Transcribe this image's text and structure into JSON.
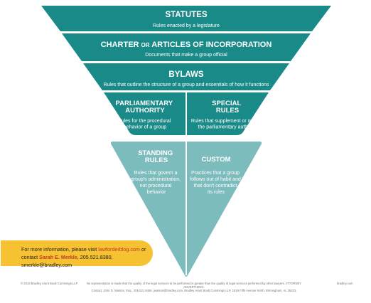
{
  "colors": {
    "dark_teal": "#1a8a88",
    "light_teal": "#7dbcbd",
    "accent_yellow": "#f6c232",
    "link_red": "#c0392b"
  },
  "tiers": {
    "statutes": {
      "title": "STATUTES",
      "subtitle": "Rules enacted by a legislature"
    },
    "charter": {
      "title_part1": "CHARTER",
      "title_or": "OR",
      "title_part2": "ARTICLES OF INCORPORATION",
      "subtitle": "Documents that make a group official"
    },
    "bylaws": {
      "title": "BYLAWS",
      "subtitle": "Rules that outline the structure of a group and essentials of how it functions"
    },
    "parliamentary_authority": {
      "title_line1": "PARLIAMENTARY",
      "title_line2": "AUTHORITY",
      "desc_line1": "Rules for the procedural",
      "desc_line2": "behavior of a group"
    },
    "special_rules": {
      "title_line1": "SPECIAL",
      "title_line2": "RULES",
      "desc_line1": "Rules that supplement or modify",
      "desc_line2": "the parliamentary authority"
    },
    "standing_rules": {
      "title_line1": "STANDING",
      "title_line2": "RULES",
      "desc_line1": "Rules that govern a",
      "desc_line2": "group's administration,",
      "desc_line3": "not procedural",
      "desc_line4": "behavior"
    },
    "custom": {
      "title": "CUSTOM",
      "desc_line1": "Practices that a group",
      "desc_line2": "follows out of habit and",
      "desc_line3": "that don't contradict",
      "desc_line4": "its rules"
    }
  },
  "info_box": {
    "line1_prefix": "For more information, please visit ",
    "link": "lawforderblog.com",
    "line1_suffix": " or",
    "line2_prefix": "contact ",
    "contact_name": "Sarah E. Merkle",
    "line2_suffix": ", 205.521.8380, smerkle@bradley.com"
  },
  "footer": {
    "copyright": "© 2019 Bradley Arant Boult Cummings LLP",
    "disclaimer_line1": "No representation is made that the quality of the legal services to be performed is greater than the quality of legal services performed by other lawyers. ATTORNEY ADVERTISING.",
    "disclaimer_line2": "Contact: John D. Watson, Esq., 205.521.8456, jwatson@bradley.com, Bradley Arant Boult Cummings LLP, 1819 Fifth Avenue North, Birmingham, AL 35203.",
    "website": "bradley.com"
  }
}
